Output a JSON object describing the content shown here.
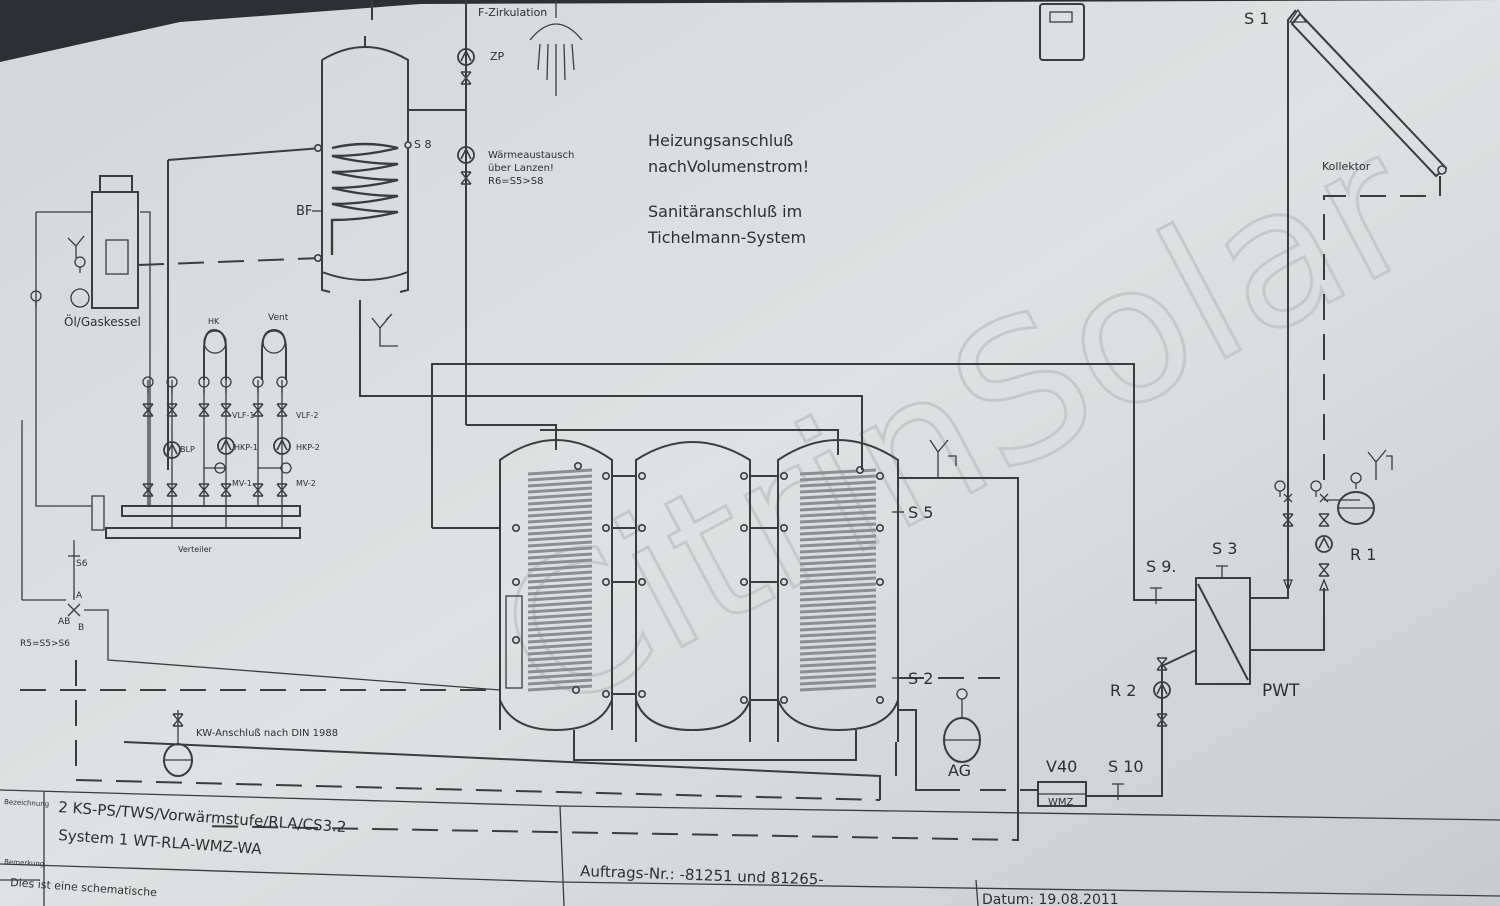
{
  "labels": {
    "f_zirkulation": "F-Zirkulation",
    "zp": "ZP",
    "s8": "S 8",
    "waermeaustausch_1": "Wärmeaustausch",
    "waermeaustausch_2": "über Lanzen!",
    "waermeaustausch_3": "R6=S5>S8",
    "bf": "BF",
    "heizungs_1": "Heizungsanschluß",
    "heizungs_2": "nachVolumenstrom!",
    "sanitaer_1": "Sanitäranschluß im",
    "sanitaer_2": "Tichelmann-System",
    "oel_gaskessel": "Öl/Gaskessel",
    "hk": "HK",
    "vent": "Vent",
    "vlf1": "VLF-1",
    "vlf2": "VLF-2",
    "blp": "BLP",
    "hkp1": "HKP-1",
    "hkp2": "HKP-2",
    "mv1": "MV-1",
    "mv2": "MV-2",
    "verteiler": "Verteiler",
    "s6": "S6",
    "a": "A",
    "ab": "AB",
    "b": "B",
    "r5": "R5=S5>S6",
    "kw_anschluss": "KW-Anschluß nach DIN 1988",
    "s5": "S 5",
    "s2": "S 2",
    "ag": "AG",
    "v40": "V40",
    "wmz": "WMZ",
    "s10": "S 10",
    "s9": "S 9.",
    "s3": "S 3",
    "r2": "R 2",
    "pwt": "PWT",
    "r1": "R 1",
    "s1": "S 1",
    "kollektor": "Kollektor"
  },
  "title_block": {
    "bezeichnung_label": "Bezeichnung",
    "line1": "2 KS-PS/TWS/Vorwärmstufe/RLA/CS3.2",
    "line2": "System 1 WT-RLA-WMZ-WA",
    "bemerkung_label": "Bemerkung",
    "bemerkung_text": "Dies ist eine schematische",
    "auftrag": "Auftrags-Nr.: -81251 und 81265-",
    "datum": "Datum: 19.08.2011"
  },
  "watermark": "CitrinSolar"
}
